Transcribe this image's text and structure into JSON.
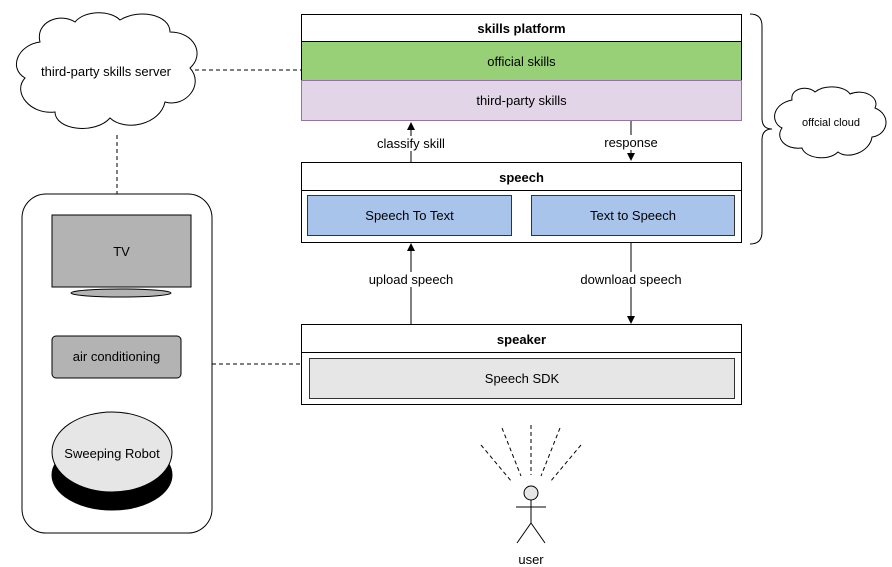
{
  "clouds": {
    "third_party_server": "third-party skills server",
    "official_cloud": "offcial cloud"
  },
  "skills_platform": {
    "title": "skills platform",
    "official_skills": "official skills",
    "third_party_skills": "third-party skills"
  },
  "speech": {
    "title": "speech",
    "stt": "Speech To Text",
    "tts": "Text to Speech"
  },
  "speaker": {
    "title": "speaker",
    "sdk": "Speech SDK"
  },
  "devices": {
    "tv": "TV",
    "ac": "air conditioning",
    "robot": "Sweeping Robot"
  },
  "arrows": {
    "classify": "classify skill",
    "response": "response",
    "upload": "upload speech",
    "download": "download speech"
  },
  "user": {
    "label": "user"
  },
  "colors": {
    "official_skills": "#97d077",
    "third_party_skills": "#e1d5e7",
    "speech_module": "#a9c4eb",
    "sdk": "#e6e6e6",
    "device_gray": "#b3b3b3"
  }
}
